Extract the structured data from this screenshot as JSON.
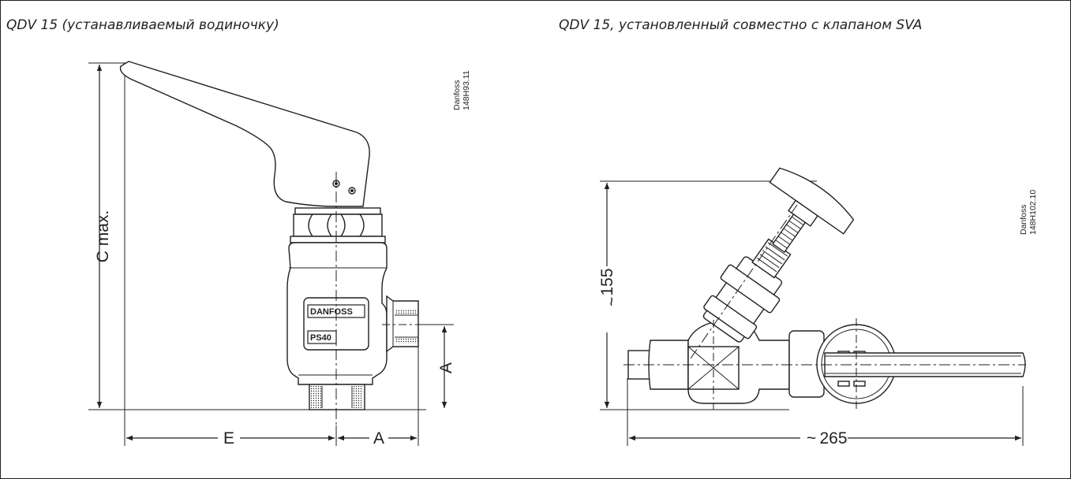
{
  "captions": {
    "left": "QDV 15 (устанавливаемый водиночку)",
    "right": "QDV 15, установленный совместно с клапаном SVA"
  },
  "left_drawing": {
    "dim_c": "C max.",
    "dim_e": "E",
    "dim_a_horizontal": "A",
    "dim_a_vertical": "A",
    "plate_brand": "DANFOSS",
    "plate_rating": "PS40",
    "ref_brand": "Danfoss",
    "ref_code": "148H93.11"
  },
  "right_drawing": {
    "dim_height": "155",
    "dim_length": "265",
    "ref_brand": "Danfoss",
    "ref_code": "148H102.10"
  },
  "colors": {
    "ink": "#231f20",
    "fill": "#f2f2f2"
  }
}
